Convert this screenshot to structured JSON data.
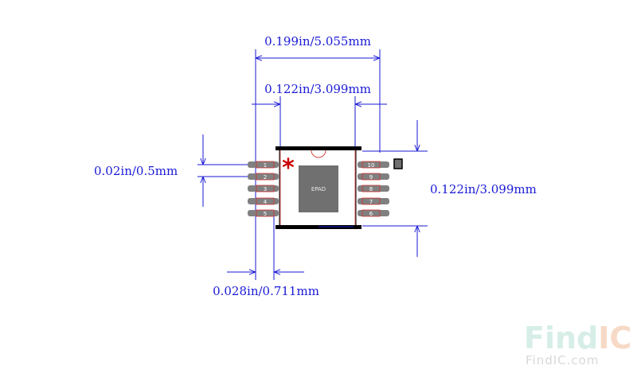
{
  "dimensions": {
    "overall_width": "0.199in/5.055mm",
    "body_width": "0.122in/3.099mm",
    "pin_pitch": "0.02in/0.5mm",
    "body_height": "0.122in/3.099mm",
    "pad_width": "0.028in/0.711mm"
  },
  "package": {
    "epad_label": "EPAD",
    "pin1_marker": "*",
    "left_pins": [
      "1",
      "2",
      "3",
      "4",
      "5"
    ],
    "right_pins": [
      "10",
      "9",
      "8",
      "7",
      "6"
    ]
  },
  "watermark": {
    "logo_find": "Find",
    "logo_ic": "IC",
    "url": "FindIC.com"
  },
  "colors": {
    "dimension": "#1a1ad6",
    "pad": "#808080",
    "pad_outline": "#d03030",
    "body_outline": "#000000",
    "epad": "#707070",
    "marker": "#cc0000",
    "watermark_find": "#d7eee8",
    "watermark_ic": "#f6d9c6"
  }
}
